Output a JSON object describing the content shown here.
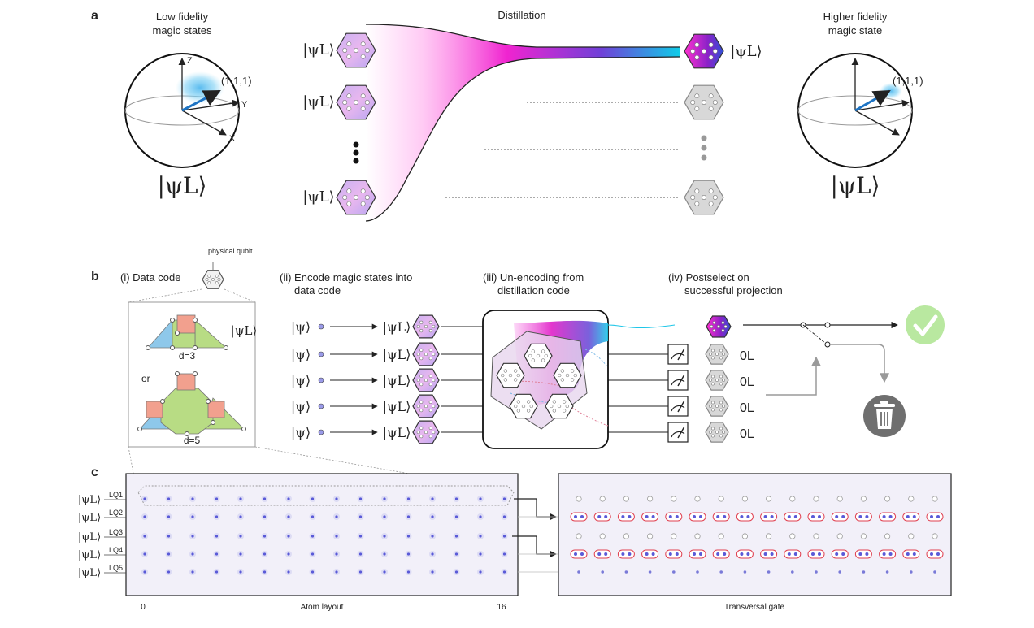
{
  "panel_a": {
    "letter": "a",
    "left_title": [
      "Low fidelity",
      "magic states"
    ],
    "center_title": "Distillation",
    "right_title": [
      "Higher fidelity",
      "magic state"
    ],
    "axis_z": "Z",
    "axis_y": "Y",
    "axis_x": "X",
    "vector_label": "(1,1,1)",
    "state_label": "|ψL⟩"
  },
  "panel_b": {
    "letter": "b",
    "physical_qubit": "physical qubit",
    "step1": "(i) Data code",
    "step2": [
      "(ii) Encode magic states into",
      "data code"
    ],
    "step3": [
      "(iii) Un-encoding from",
      "distillation code"
    ],
    "step4": [
      "(iv) Postselect on",
      "successful projection"
    ],
    "d3": "d=3",
    "or": "or",
    "d5": "d=5",
    "input_state": "|ψ⟩",
    "zero_logical": "0L"
  },
  "panel_c": {
    "letter": "c",
    "logical_qubits": [
      "LQ1",
      "LQ2",
      "LQ3",
      "LQ4",
      "LQ5"
    ],
    "axis_start": "0",
    "axis_end": "16",
    "left_caption": "Atom layout",
    "right_caption": "Transversal gate"
  },
  "colors": {
    "magenta": "#e020c8",
    "cyan": "#1fc6e8",
    "hex_pink": "#e6b8ee",
    "hex_lilac": "#c7b4f0",
    "bloch_blue": "#1e74c4",
    "bloch_cloud": "#5cc0ee",
    "check_green": "#b9e8a0",
    "trash_gray": "#6f6f6f",
    "stab_blue": "#8ec8ea",
    "stab_green": "#b8dc84",
    "stab_red": "#f2a08e"
  },
  "icons": [
    "check-icon",
    "trash-icon",
    "meter-icon",
    "hexagon-qubit-icon",
    "switch-icon"
  ]
}
